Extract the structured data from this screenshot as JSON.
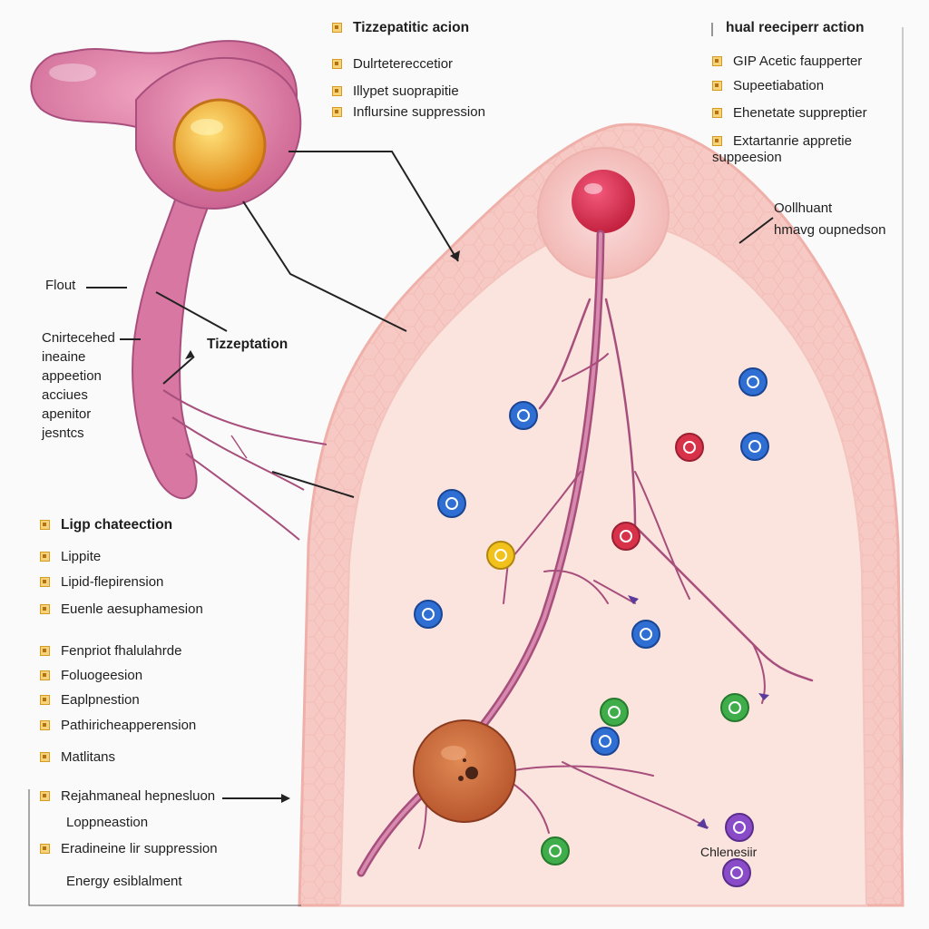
{
  "colors": {
    "tissue": "#f7c9c4",
    "tissue_inner": "#fbe3de",
    "neuron": "#c95f8e",
    "nerve": "#a74f7c",
    "receptor": "#e2385c",
    "ligand_blue": "#2f6fd3",
    "ligand_red": "#d8324a",
    "ligand_yellow": "#f0c21b",
    "ligand_green": "#3fae4a",
    "ligand_purple": "#8a4bc9",
    "bullet": "#e3a52b"
  },
  "top_center": {
    "title": "Tizzepatitic acion",
    "items": [
      "Dulrtetereccetior",
      "Illypet suoprapitie",
      "Inflursine suppression"
    ]
  },
  "top_right": {
    "title": "hual reeciperr action",
    "items": [
      "GIP Acetic faupperter",
      "Supeetiabation",
      "Ehenetate suppreptier",
      "Extartanrie appretie suppeesion"
    ]
  },
  "right_callout": {
    "line1": "Oollhuant",
    "line2": "hmavg oupnedson"
  },
  "left_labels": {
    "flout": "Flout",
    "stack": [
      "Cnirtecehed",
      "ineaine",
      "appeetion",
      "acciues",
      "apenitor",
      "jesntcs"
    ],
    "center": "Tizzeptation"
  },
  "left_list_1": {
    "title": "Ligp chateection",
    "items": [
      "Lippite",
      "Lipid-flepirension",
      "Euenle aesuphamesion"
    ]
  },
  "left_list_2": {
    "items": [
      "Fenpriot fhalulahrde",
      "Foluogeesion",
      "Eaplpnestion",
      "Pathiricheapperension",
      "Matlitans"
    ]
  },
  "bottom_box": {
    "items": [
      "Rejahmaneal hepnesluon",
      "Loppneastion",
      "Eradineine lir suppression",
      "Energy esiblalment"
    ]
  },
  "molecule_label": "Chlenesiir",
  "icons": [
    "bullet-icon",
    "arrow-icon",
    "ligand-molecule-icon",
    "receptor-icon",
    "neuron-icon"
  ]
}
